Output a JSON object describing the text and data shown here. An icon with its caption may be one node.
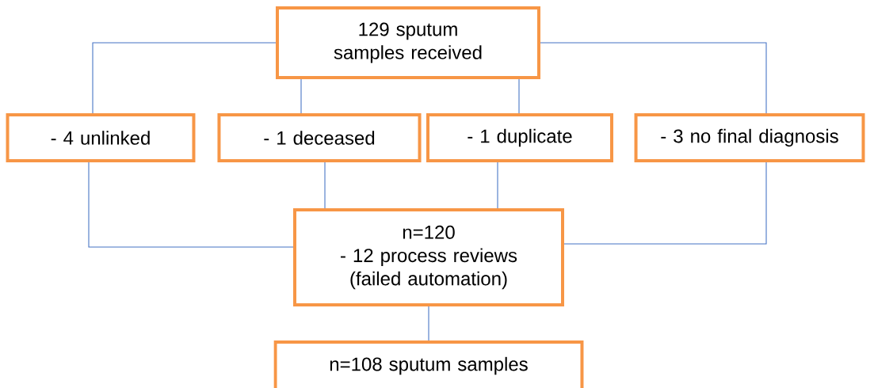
{
  "diagram": {
    "nodes": [
      {
        "text": [
          "129 sputum samples received"
        ]
      },
      {
        "text": [
          "- 4 unlinked"
        ]
      },
      {
        "text": [
          "- 1 deceased"
        ]
      },
      {
        "text": [
          "- 1 duplicate"
        ]
      },
      {
        "text": [
          "- 3 no final diagnosis"
        ]
      },
      {
        "text": [
          "n=120",
          "- 12 process reviews",
          "(failed automation)"
        ]
      },
      {
        "text": [
          "n=108 sputum samples"
        ]
      }
    ],
    "edges": [
      {
        "from": 0,
        "to": 1,
        "arrow": "none"
      },
      {
        "from": 0,
        "to": 2,
        "arrow": "none"
      },
      {
        "from": 0,
        "to": 3,
        "arrow": "none"
      },
      {
        "from": 0,
        "to": 4,
        "arrow": "none"
      },
      {
        "from": 1,
        "to": 5,
        "arrow": "none"
      },
      {
        "from": 2,
        "to": 5,
        "arrow": "none"
      },
      {
        "from": 3,
        "to": 5,
        "arrow": "none"
      },
      {
        "from": 4,
        "to": 5,
        "arrow": "none"
      },
      {
        "from": 5,
        "to": 6,
        "arrow": "none"
      }
    ]
  }
}
